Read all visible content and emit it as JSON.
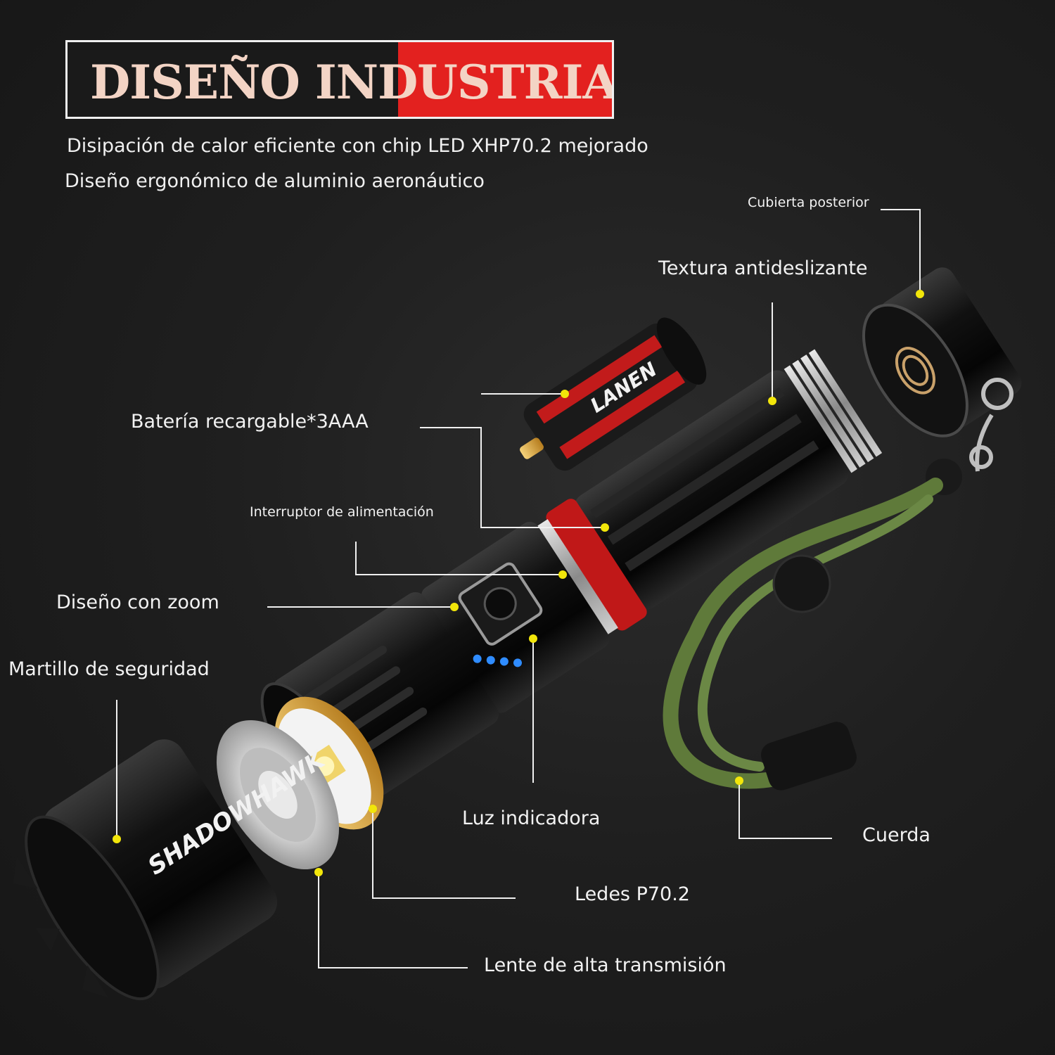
{
  "header": {
    "title": "DISEÑO INDUSTRIAL",
    "lines": [
      "Disipación de calor eficiente con chip LED XHP70.2 mejorado",
      "Diseño ergonómico de aluminio aeronáutico"
    ]
  },
  "callouts": {
    "rear_cover": "Cubierta posterior",
    "grip_texture": "Textura antideslizante",
    "battery": "Batería recargable*3AAA",
    "power_switch": "Interruptor de alimentación",
    "zoom": "Diseño con zoom",
    "hammer": "Martillo de seguridad",
    "indicator": "Luz indicadora",
    "lanyard": "Cuerda",
    "leds": "Ledes P70.2",
    "lens": "Lente de alta transmisión"
  },
  "product": {
    "brand": "SHADOWHAWK",
    "battery_brand": "LANEN"
  },
  "colors": {
    "accent_red": "#e3211f",
    "title_text": "#f3d4c5",
    "marker_dot": "#f2e60a",
    "indicator_led": "#2f8cff",
    "lanyard_green": "#5f7a3a"
  }
}
